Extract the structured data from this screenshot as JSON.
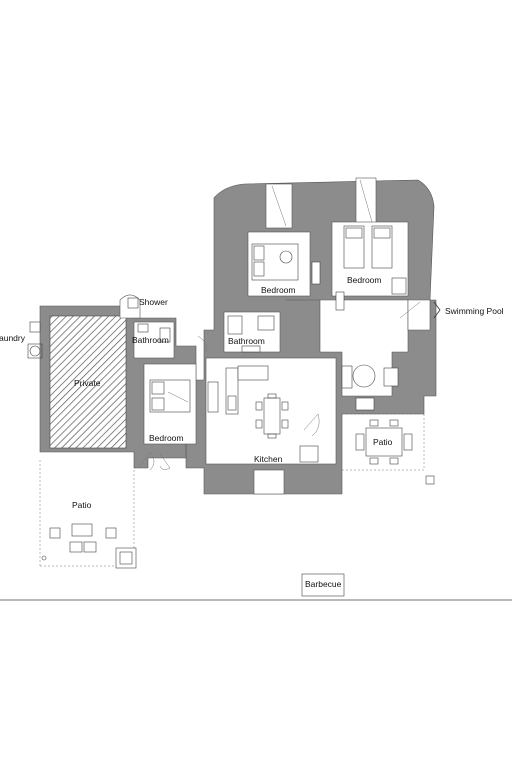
{
  "rooms": {
    "shower": "Shower",
    "laundry": "aundry",
    "bathroom_left": "Bathroom",
    "bathroom_center": "Bathroom",
    "private": "Private",
    "bedroom_left": "Bedroom",
    "bedroom_top": "Bedroom",
    "bedroom_right": "Bedroom",
    "kitchen": "Kitchen",
    "patio_left": "Patio",
    "patio_right": "Patio",
    "swimming_pool": "Swimming Pool",
    "barbecue": "Barbecue"
  },
  "colors": {
    "wall": "#8c8c8c",
    "hatch": "#555555",
    "line": "#444444"
  }
}
